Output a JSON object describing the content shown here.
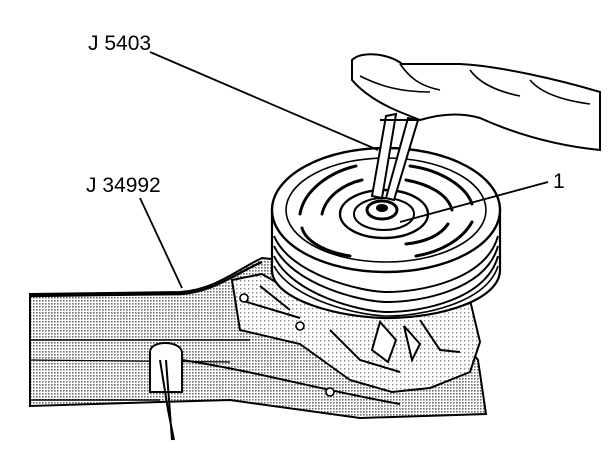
{
  "callouts": {
    "tool_j5403": "J 5403",
    "tool_j34992": "J 34992",
    "item_1": "1"
  },
  "colors": {
    "line": "#000000",
    "paper": "#ffffff",
    "shade": "#9a9a9a"
  }
}
